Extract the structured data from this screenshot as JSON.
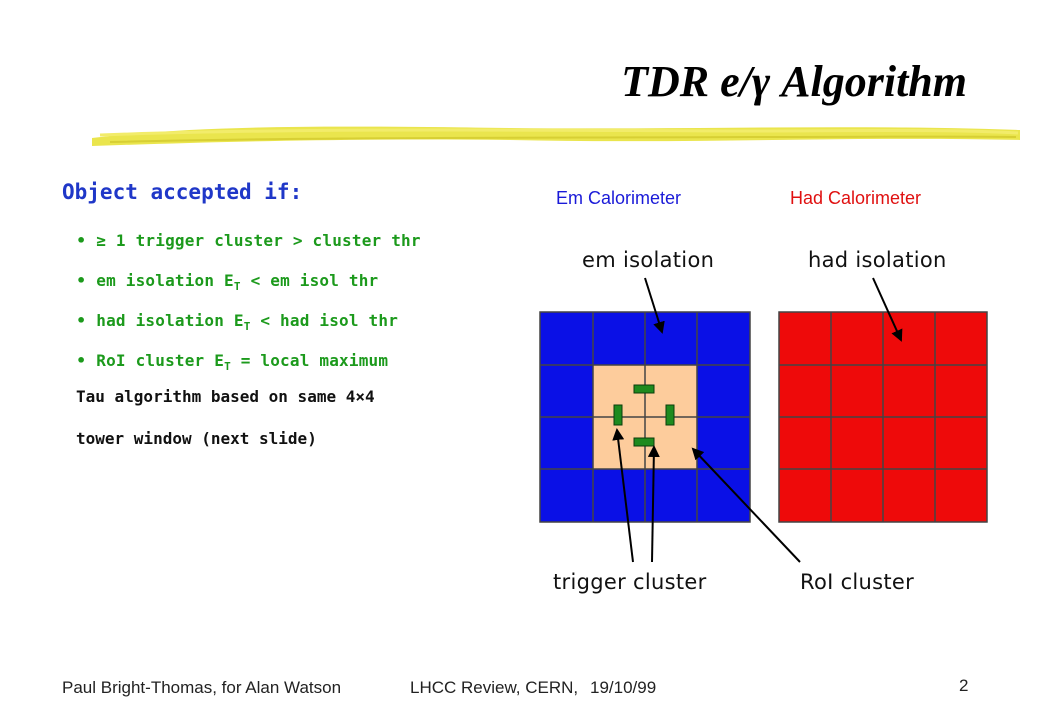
{
  "title": "TDR e/γ Algorithm",
  "heading": "Object accepted if:",
  "bullets": [
    {
      "main": "≥ 1 trigger cluster > cluster thr",
      "sub": "",
      "rest": ""
    },
    {
      "main": "em isolation E",
      "sub": "T",
      "rest": " < em isol thr"
    },
    {
      "main": "had isolation E",
      "sub": "T",
      "rest": " < had isol thr"
    },
    {
      "main": "RoI cluster E",
      "sub": "T",
      "rest": " = local maximum"
    }
  ],
  "tau_line1": "Tau algorithm based on same 4×4",
  "tau_line2": "tower window (next slide)",
  "em_calorimeter": "Em Calorimeter",
  "had_calorimeter": "Had Calorimeter",
  "label_em_isolation": "em isolation",
  "label_had_isolation": "had isolation",
  "label_trigger_cluster": "trigger cluster",
  "label_roi_cluster": "RoI cluster",
  "footer_author": "Paul Bright-Thomas, for Alan Watson",
  "footer_event": "LHCC Review, CERN,",
  "footer_date": "19/10/99",
  "page_number": "2",
  "colors": {
    "em_isolation": "#0a10e6",
    "roi_core": "#fdcc9c",
    "trigger_cluster": "#1e8a1e",
    "had_calorimeter": "#ee0a0a",
    "heading": "#1f37c8",
    "bullet_text": "#1c9a1c",
    "brush": "#e8e23a"
  }
}
